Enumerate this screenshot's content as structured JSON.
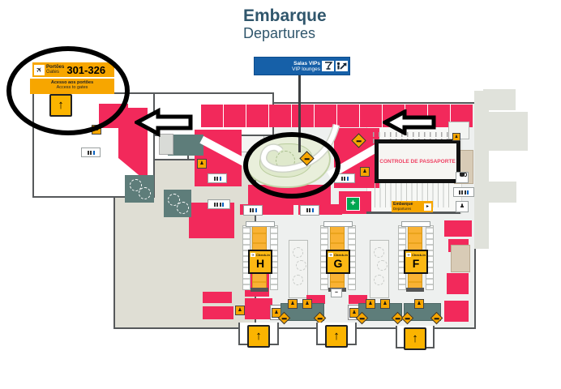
{
  "title": {
    "pt": "Embarque",
    "en": "Departures"
  },
  "gates_sign": {
    "pt": "Portões",
    "en": "Gates",
    "range": "301-326"
  },
  "access_sign": {
    "pt": "Acesso aos portões",
    "en": "Access to gates"
  },
  "vip_sign": {
    "pt": "Salas VIPs",
    "en": "VIP lounges"
  },
  "passport_control": {
    "label": "CONTROLE DE PASSAPORTE"
  },
  "mini_departures_sign": {
    "pt": "Embarque",
    "en": "Departures"
  },
  "checkin": {
    "label": "Check-in",
    "islands": [
      {
        "letter": "H"
      },
      {
        "letter": "G"
      },
      {
        "letter": "F"
      }
    ]
  },
  "icons": {
    "up_arrow": "↑",
    "plane": "✈",
    "first_aid": "+",
    "person": "♟",
    "gate_mark": "▸"
  },
  "colors": {
    "pink": "#f2295b",
    "orange": "#f7a600",
    "yellow": "#fcb813",
    "teal": "#5e7d7a",
    "blue": "#1660a8",
    "beige": "#dfded4",
    "floor": "#eef0ef",
    "outline": "#56595b",
    "title_text": "#30566c",
    "passport_text": "#ef4163",
    "first_aid_green": "#00a651",
    "annotation": "#000000"
  }
}
